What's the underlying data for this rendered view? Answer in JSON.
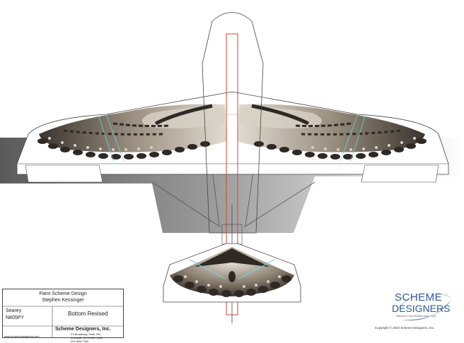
{
  "title_block": {
    "heading": "Paint Scheme Design",
    "designer": "Stephen Kessinger",
    "aircraft_model": "Searey",
    "registration": "N805PY",
    "view": "Bottom Revised",
    "company": "Scheme Designers, Inc.",
    "address1": "21 Broadway, Suite 204",
    "address2": "Cresskill, NJ  07626, USA",
    "phone": "201-899-7760",
    "website": "www.schemedesigners.com"
  },
  "logo": {
    "line1": "SCHEME",
    "line2": "DESIGNERS",
    "tagline": "Tailored to Your Dreams Since 1993"
  },
  "copyright": "Copyright © 2022 Scheme Designers, Inc.",
  "colors": {
    "outline": "#444444",
    "centerline": "#d0462b",
    "accent": "#6fd3df",
    "feather_dark": "#2e2925",
    "feather_mid": "#8c8273",
    "feather_light": "#d8d2c6",
    "logo_blue": "#2b5a96"
  }
}
